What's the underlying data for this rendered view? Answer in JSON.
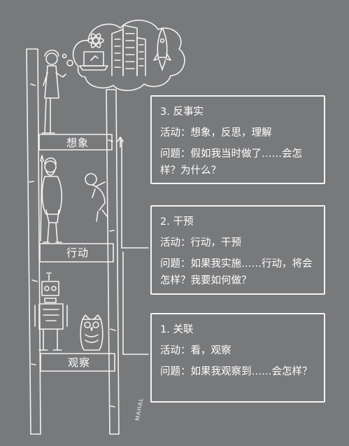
{
  "rungs": {
    "top": "想象",
    "middle": "行动",
    "bottom": "观察"
  },
  "levels": [
    {
      "title": "3. 反事实",
      "activity": "活动：想象，反思，理解",
      "question": "问题：假如我当时做了……会怎样？为什么？"
    },
    {
      "title": "2. 干预",
      "activity": "活动：行动，干预",
      "question": "问题：如果我实施……行动，将会怎样？我要如何做？"
    },
    {
      "title": "1. 关联",
      "activity": "活动：看，观察",
      "question": "问题：如果我观察到……会怎样？"
    }
  ],
  "signature": "MAHAL",
  "colors": {
    "background": "#78797b",
    "line": "#f4f4f4"
  }
}
